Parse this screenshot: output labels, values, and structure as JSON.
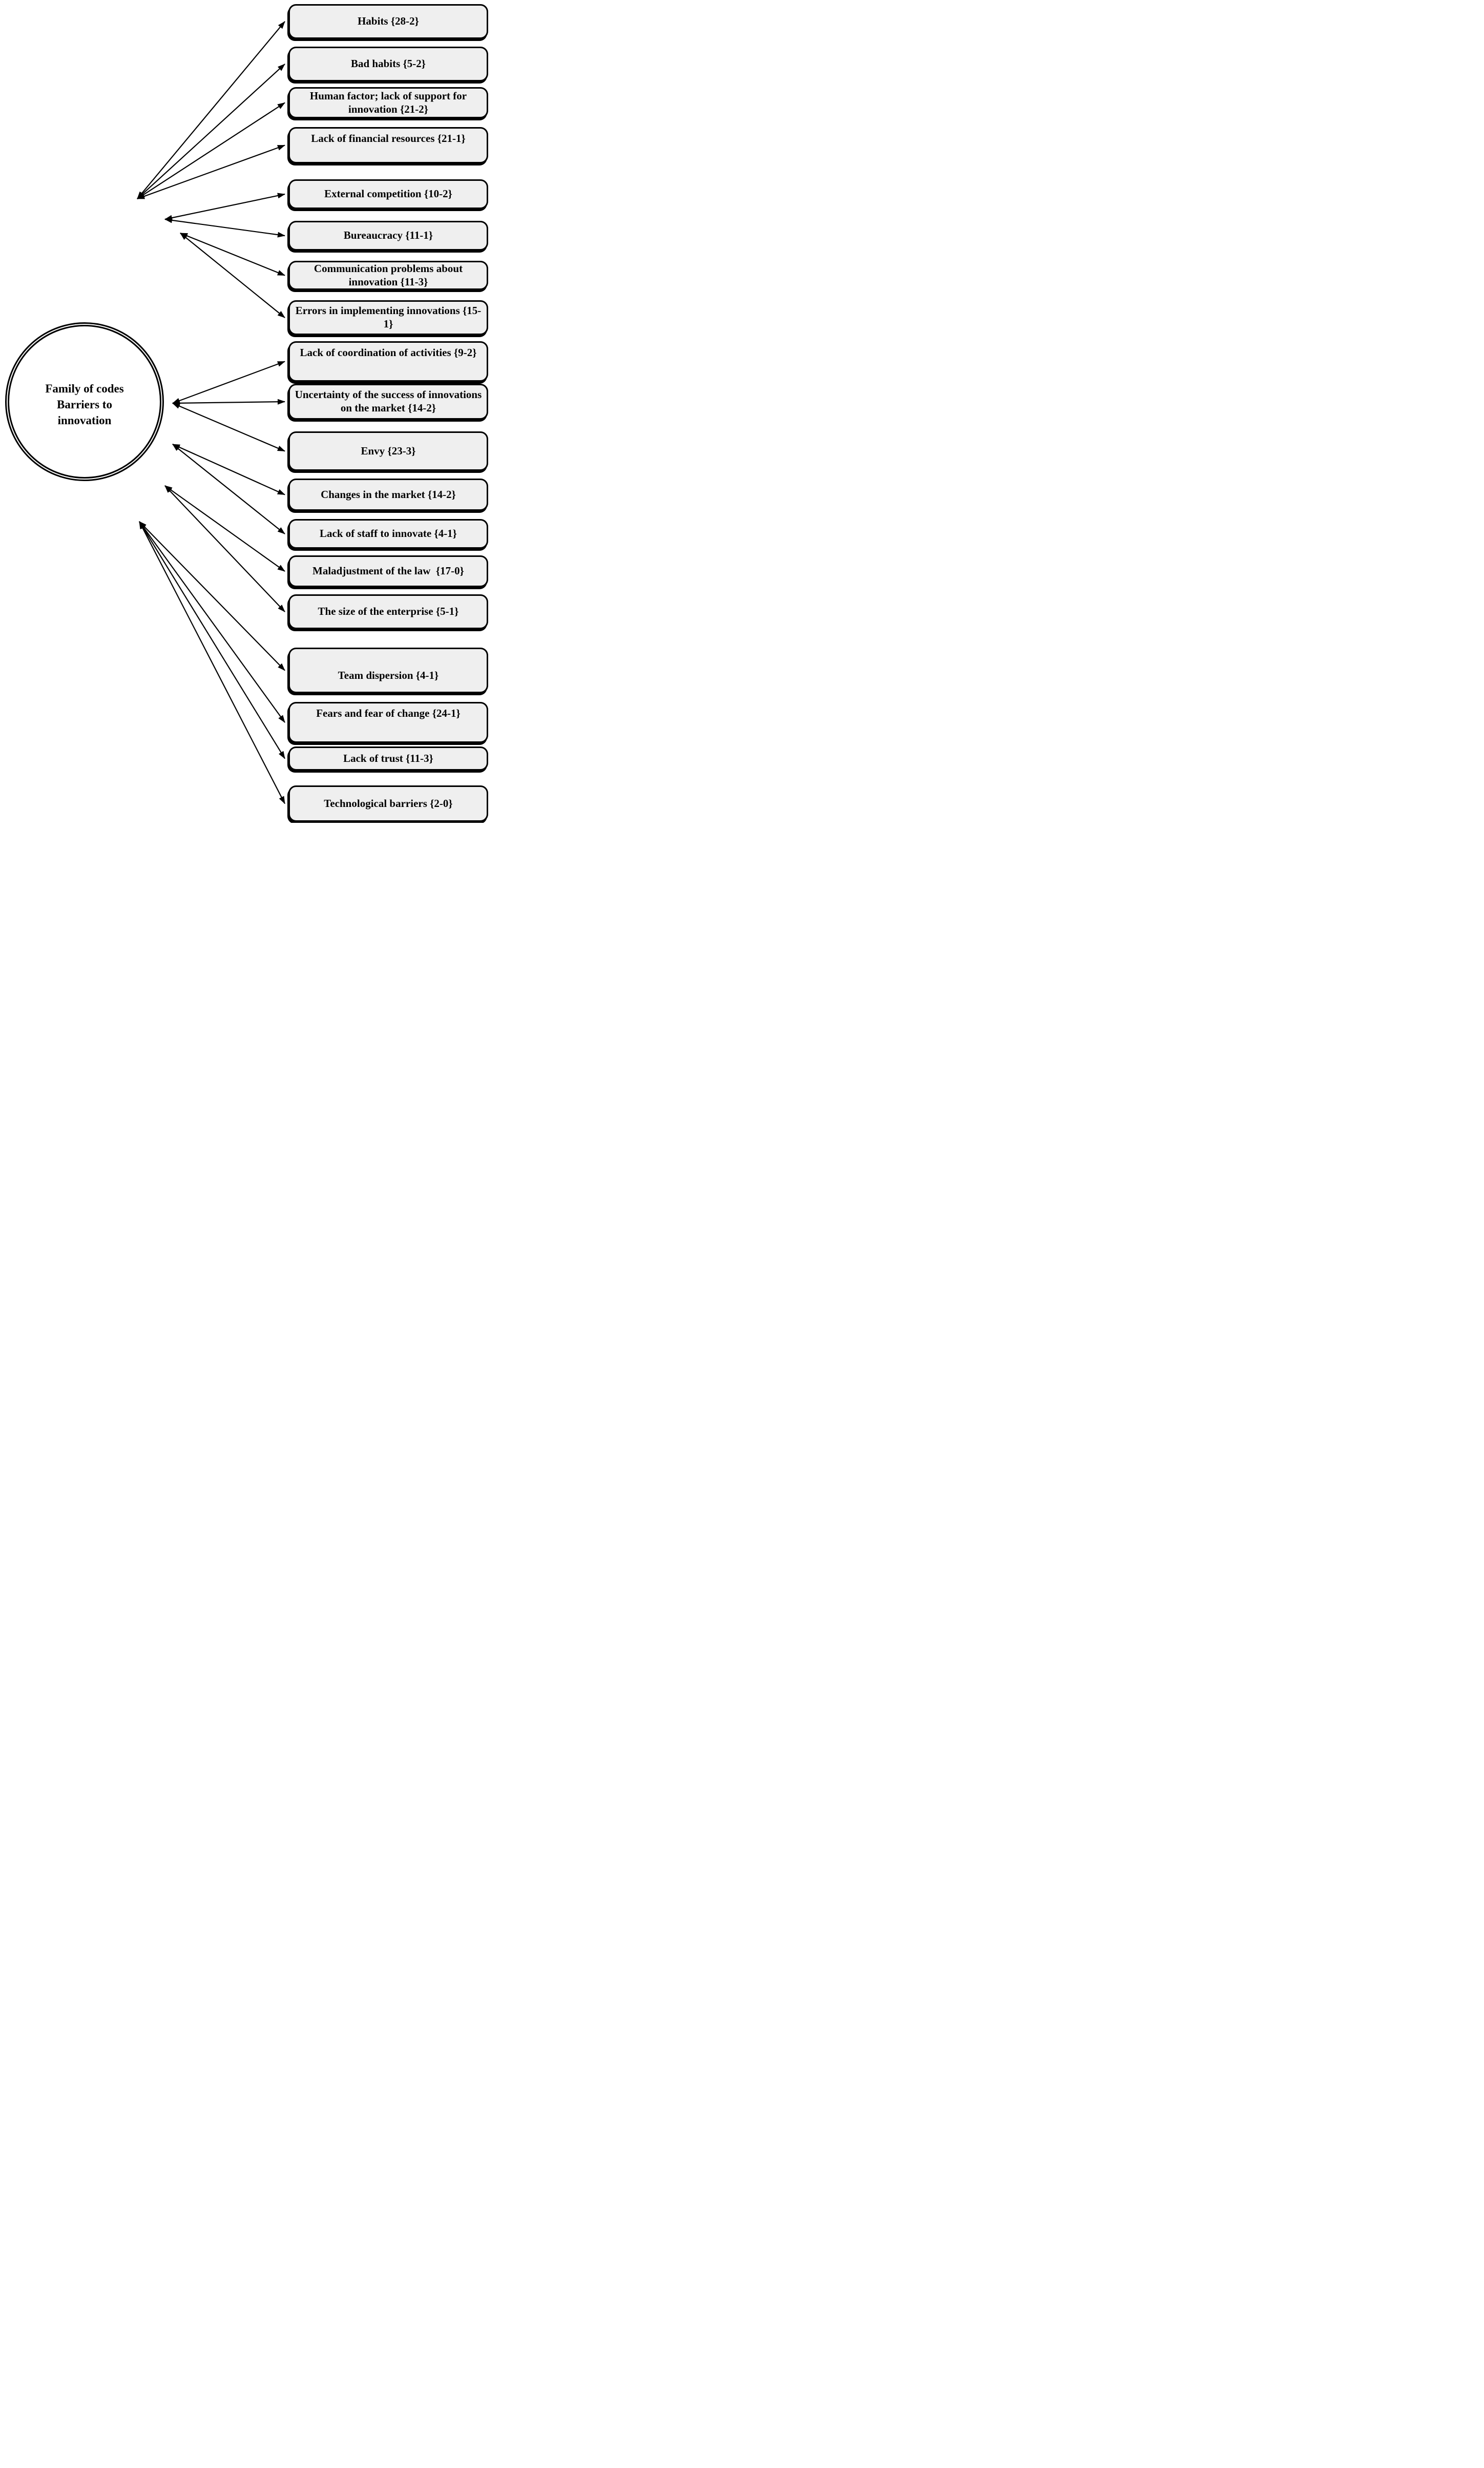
{
  "diagram": {
    "type": "code-family-network",
    "background_color": "#ffffff",
    "node_fill_color": "#efefef",
    "stroke_color": "#000000",
    "center_node": {
      "label": "Family of codes Barriers to innovation",
      "lines": [
        "Family of codes",
        "Barriers to",
        "innovation"
      ]
    },
    "code_nodes": [
      {
        "label": "Habits {28-2}"
      },
      {
        "label": "Bad habits {5-2}"
      },
      {
        "label": "Human factor; lack of support for innovation {21-2}"
      },
      {
        "label": "Lack of financial resources {21-1}"
      },
      {
        "label": "External competition {10-2}"
      },
      {
        "label": "Bureaucracy {11-1}"
      },
      {
        "label": "Communication problems about innovation {11-3}"
      },
      {
        "label": "Errors in implementing innovations {15-1}"
      },
      {
        "label": "Lack of coordination of activities {9-2}"
      },
      {
        "label": "Uncertainty of the success of innovations on the market {14-2}"
      },
      {
        "label": "Envy {23-3}"
      },
      {
        "label": "Changes in the market {14-2}"
      },
      {
        "label": "Lack of staff to innovate {4-1}"
      },
      {
        "label": "Maladjustment of the law  {17-0}"
      },
      {
        "label": "The size of the enterprise {5-1}"
      },
      {
        "label": "Team dispersion {4-1}"
      },
      {
        "label": "Fears and fear of change {24-1}"
      },
      {
        "label": "Lack of trust {11-3}"
      },
      {
        "label": "Technological barriers {2-0}"
      }
    ]
  }
}
